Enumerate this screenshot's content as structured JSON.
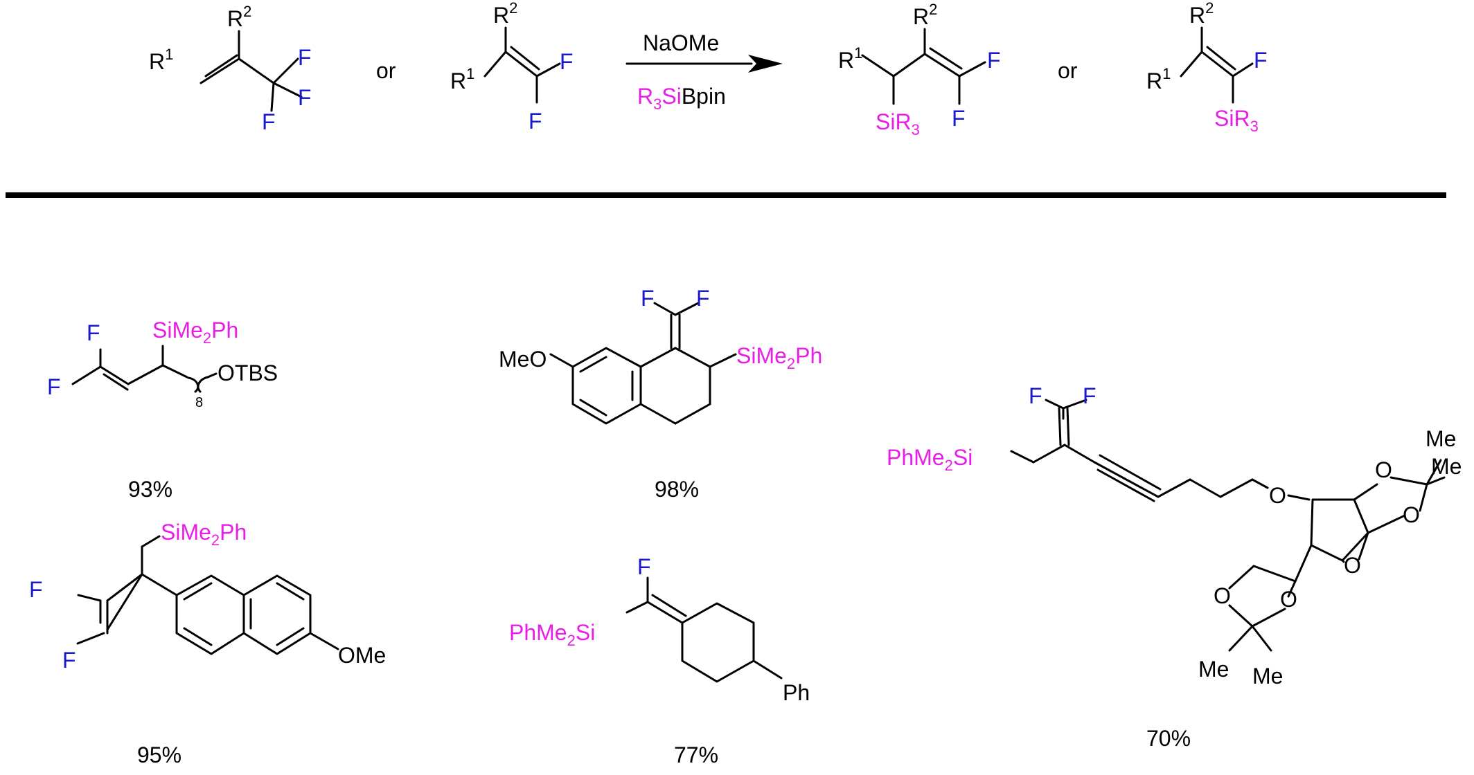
{
  "colors": {
    "fluorine": "#1a1acc",
    "silicon": "#e81ee8",
    "text": "#000000"
  },
  "reaction": {
    "reagent_top": "NaOMe",
    "reagent_bottom_magenta": "R",
    "reagent_bottom_sub": "3",
    "reagent_bottom_si": "Si",
    "reagent_bottom_black": "Bpin",
    "or_1": "or",
    "or_2": "or",
    "r1": "R",
    "r1_sup": "1",
    "r2": "R",
    "r2_sup": "2",
    "f": "F",
    "sir3_si": "SiR",
    "sir3_sub": "3"
  },
  "products": [
    {
      "yield": "93%",
      "si_label": "SiMe",
      "si_sub": "2",
      "si_tail": "Ph",
      "otbs": "OTBS",
      "chain_sub": "8"
    },
    {
      "yield": "98%",
      "meo": "MeO",
      "si_label": "SiMe",
      "si_sub": "2",
      "si_tail": "Ph"
    },
    {
      "yield": "70%",
      "si_label": "PhMe",
      "si_sub": "2",
      "si_tail": "Si",
      "o": "O",
      "me": "Me"
    },
    {
      "yield": "95%",
      "si_label": "SiMe",
      "si_sub": "2",
      "si_tail": "Ph",
      "ome": "OMe"
    },
    {
      "yield": "77%",
      "si_label": "PhMe",
      "si_sub": "2",
      "si_tail": "Si",
      "ph": "Ph"
    }
  ]
}
